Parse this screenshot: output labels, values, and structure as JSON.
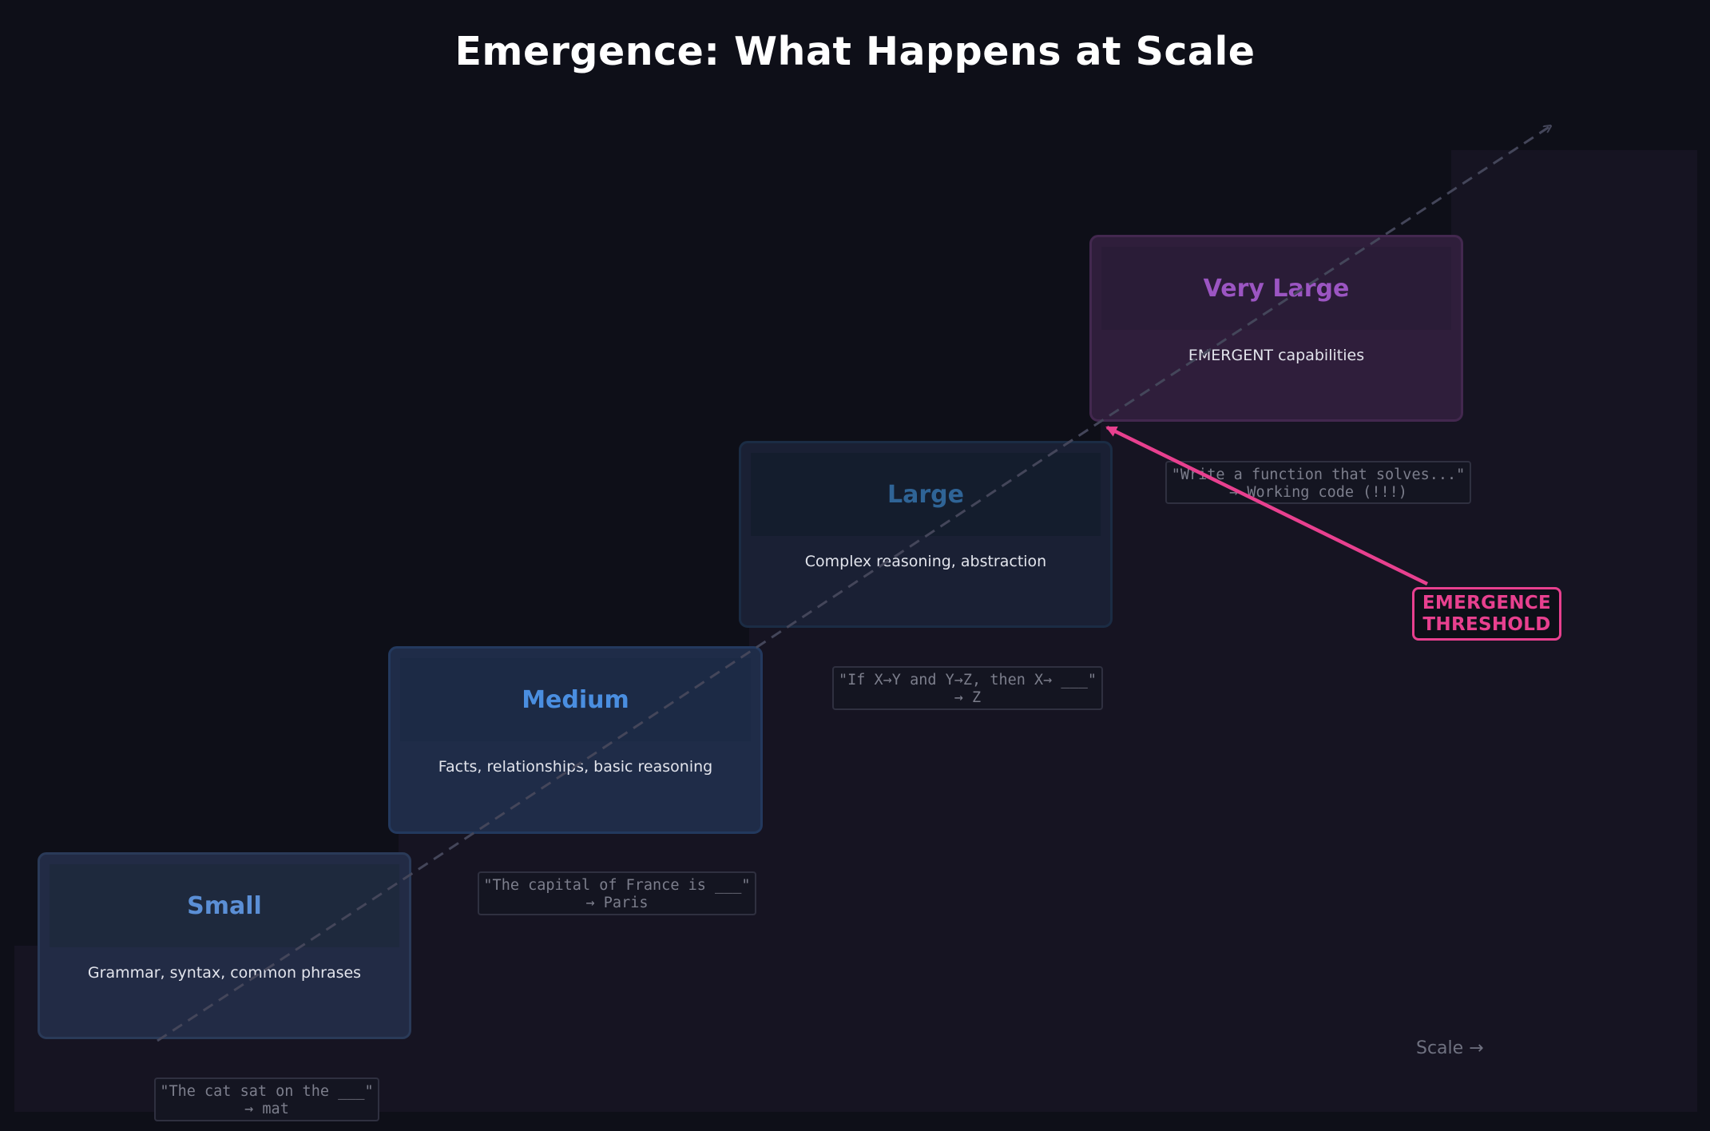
{
  "title": "Emergence: What Happens at Scale",
  "stages": [
    {
      "name": "Small",
      "description": "Grammar, syntax, common phrases",
      "example_line1": "\"The cat sat on the ___\"",
      "example_line2": "→ mat",
      "accent": "#5b8fd6"
    },
    {
      "name": "Medium",
      "description": "Facts, relationships, basic reasoning",
      "example_line1": "\"The capital of France is ___\"",
      "example_line2": "→ Paris",
      "accent": "#4a8ee0"
    },
    {
      "name": "Large",
      "description": "Complex reasoning, abstraction",
      "example_line1": "\"If X→Y and Y→Z, then X→ ___\"",
      "example_line2": "→ Z",
      "accent": "#2f6496"
    },
    {
      "name": "Very Large",
      "description": "EMERGENT capabilities",
      "example_line1": "\"Write a function that solves...\"",
      "example_line2": "→ Working code (!!!)",
      "accent": "#9b55c2"
    }
  ],
  "threshold": {
    "line1": "EMERGENCE",
    "line2": "THRESHOLD",
    "color": "#e8408f"
  },
  "axis_label": "Scale →"
}
